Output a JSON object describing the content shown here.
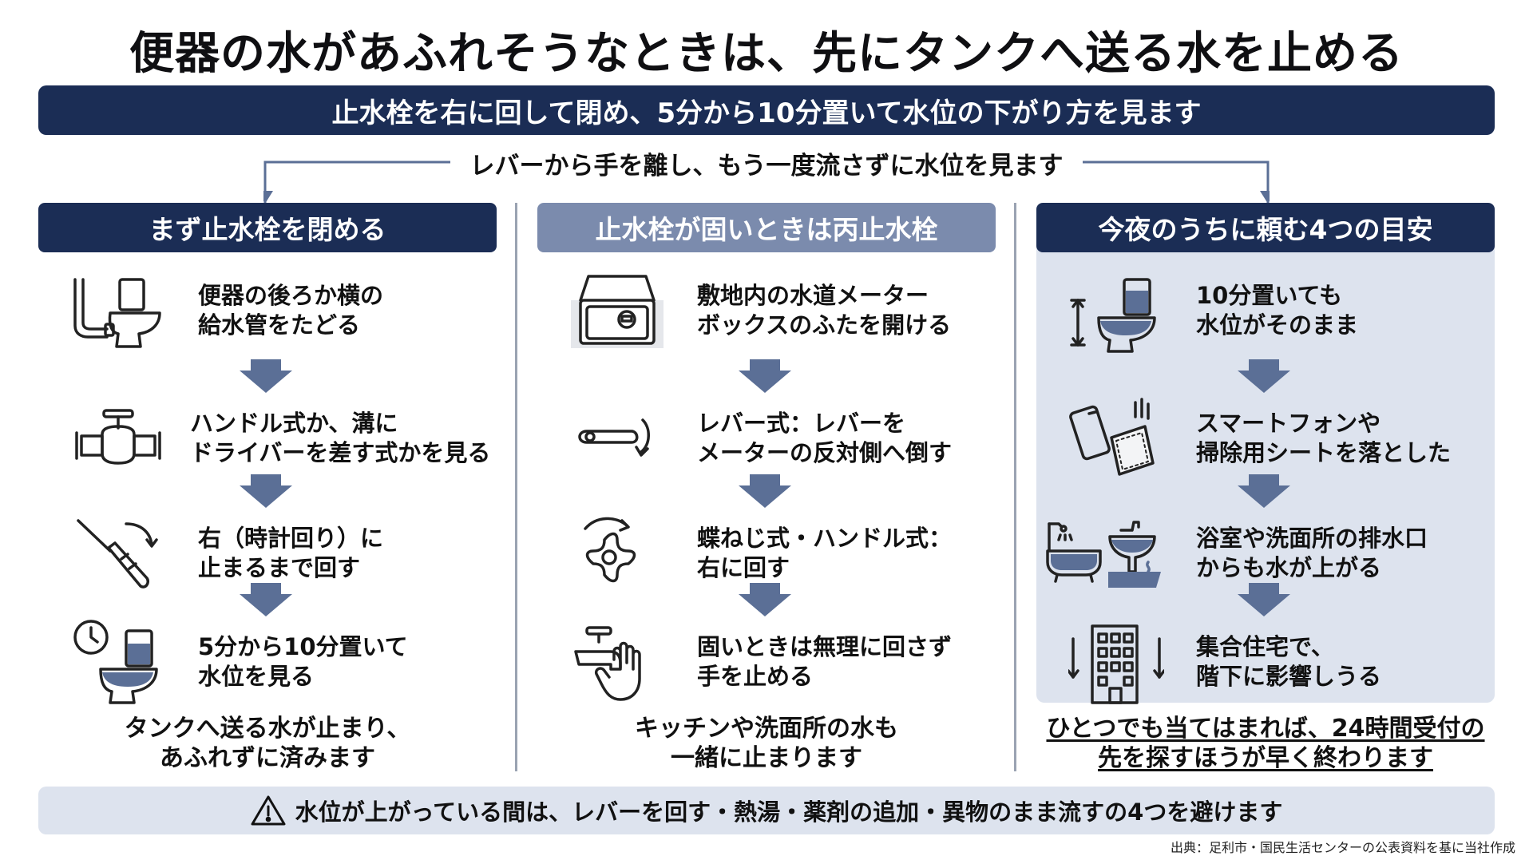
{
  "title": "便器の水があふれそうなときは、先にタンクへ送る水を止める",
  "banner": "止水栓を右に回して閉め、5分から10分置いて水位の下がり方を見ます",
  "connector": "レバーから手を離し、もう一度流さずに水位を見ます",
  "columns": [
    {
      "header": "まず止水栓を閉める",
      "steps": [
        {
          "icon": "toilet-pipe-icon",
          "line1": "便器の後ろか横の",
          "line2": "給水管をたどる"
        },
        {
          "icon": "valve-icon",
          "line1": "ハンドル式か、溝に",
          "line2": "ドライバーを差す式かを見る"
        },
        {
          "icon": "screwdriver-turn-icon",
          "line1": "右（時計回り）に",
          "line2": "止まるまで回す"
        },
        {
          "icon": "clock-toilet-icon",
          "line1": "5分から10分置いて",
          "line2": "水位を見る"
        }
      ],
      "footer1": "タンクへ送る水が止まり、",
      "footer2": "あふれずに済みます"
    },
    {
      "header": "止水栓が固いときは丙止水栓",
      "steps": [
        {
          "icon": "meter-box-icon",
          "line1": "敷地内の水道メーター",
          "line2": "ボックスのふたを開ける"
        },
        {
          "icon": "lever-handle-icon",
          "line1": "レバー式：レバーを",
          "line2": "メーターの反対側へ倒す"
        },
        {
          "icon": "butterfly-handle-icon",
          "line1": "蝶ねじ式・ハンドル式：",
          "line2": "右に回す"
        },
        {
          "icon": "faucet-hand-stop-icon",
          "line1": "固いときは無理に回さず",
          "line2": "手を止める"
        }
      ],
      "footer1": "キッチンや洗面所の水も",
      "footer2": "一緒に止まります"
    },
    {
      "header": "今夜のうちに頼む4つの目安",
      "steps": [
        {
          "icon": "toilet-water-level-icon",
          "line1": "10分置いても",
          "line2": "水位がそのまま"
        },
        {
          "icon": "phone-sheet-drop-icon",
          "line1": "スマートフォンや",
          "line2": "掃除用シートを落とした"
        },
        {
          "icon": "bath-sink-overflow-icon",
          "line1": "浴室や洗面所の排水口",
          "line2": "からも水が上がる"
        },
        {
          "icon": "apartment-building-icon",
          "line1": "集合住宅で、",
          "line2": "階下に影響しうる"
        }
      ],
      "footer1": "ひとつでも当てはまれば、24時間受付の",
      "footer2": "先を探すほうが早く終わります"
    }
  ],
  "warning": "水位が上がっている間は、レバーを回す・熱湯・薬剤の追加・異物のまま流すの4つを避けます",
  "source": "出典：足利市・国民生活センターの公表資料を基に当社作成",
  "colors": {
    "navy": "#1b2d55",
    "slate": "#7b8bad",
    "panel": "#dde3ee",
    "arrow": "#5b6f96"
  }
}
